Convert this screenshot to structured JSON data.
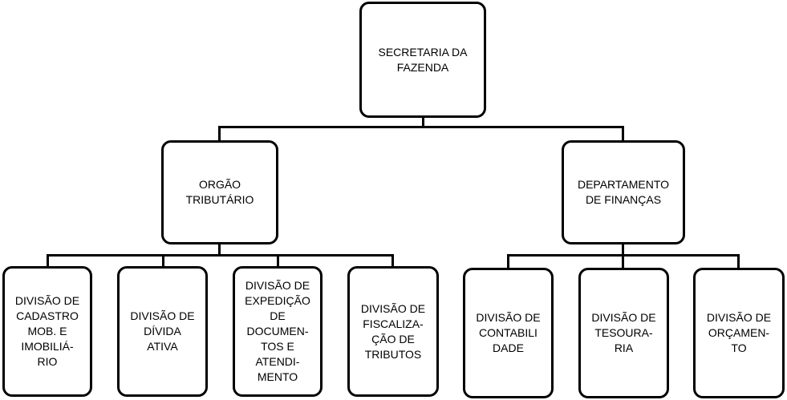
{
  "root": {
    "label": [
      "SECRETARIA DA",
      "FAZENDA"
    ]
  },
  "left": {
    "label": [
      "ORGÃO",
      "TRIBUTÁRIO"
    ],
    "children": [
      {
        "label": [
          "DIVISÃO DE",
          "CADASTRO",
          "MOB. E",
          "IMOBILIÁ-",
          "RIO"
        ]
      },
      {
        "label": [
          "DIVISÃO DE",
          "DÍVIDA",
          "ATIVA"
        ]
      },
      {
        "label": [
          "DIVISÃO DE",
          "EXPEDIÇÃO",
          "DE",
          "DOCUMEN-",
          "TOS E",
          "ATENDI-",
          "MENTO"
        ]
      },
      {
        "label": [
          "DIVISÃO DE",
          "FISCALIZA-",
          "ÇÃO DE",
          "TRIBUTOS"
        ]
      }
    ]
  },
  "right": {
    "label": [
      "DEPARTAMENTO",
      "DE FINANÇAS"
    ],
    "children": [
      {
        "label": [
          "DIVISÃO DE",
          "CONTABILI",
          "DADE"
        ]
      },
      {
        "label": [
          "DIVISÃO DE",
          "TESOURA-",
          "RIA"
        ]
      },
      {
        "label": [
          "DIVISÃO DE",
          "ORÇAMEN-",
          "TO"
        ]
      }
    ]
  }
}
